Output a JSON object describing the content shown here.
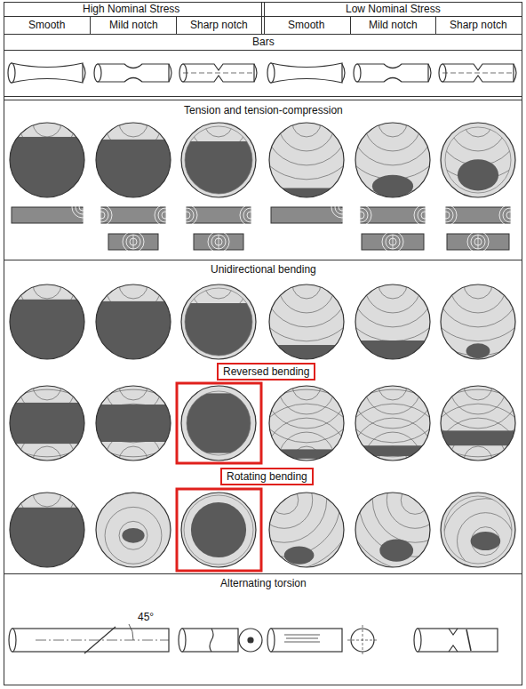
{
  "diagram": {
    "nodes": [
      {
        "text": [
          "Reversed bending"
        ]
      },
      {
        "text": [
          "Rotating bending"
        ]
      }
    ],
    "labels": [
      "High Nominal Stress",
      "Low Nominal Stress",
      "Smooth",
      "Mild notch",
      "Sharp notch",
      "Smooth",
      "Mild notch",
      "Sharp notch",
      "Bars",
      "Tension and tension-compression",
      "Unidirectional bending",
      "Alternating torsion",
      "45°"
    ]
  }
}
